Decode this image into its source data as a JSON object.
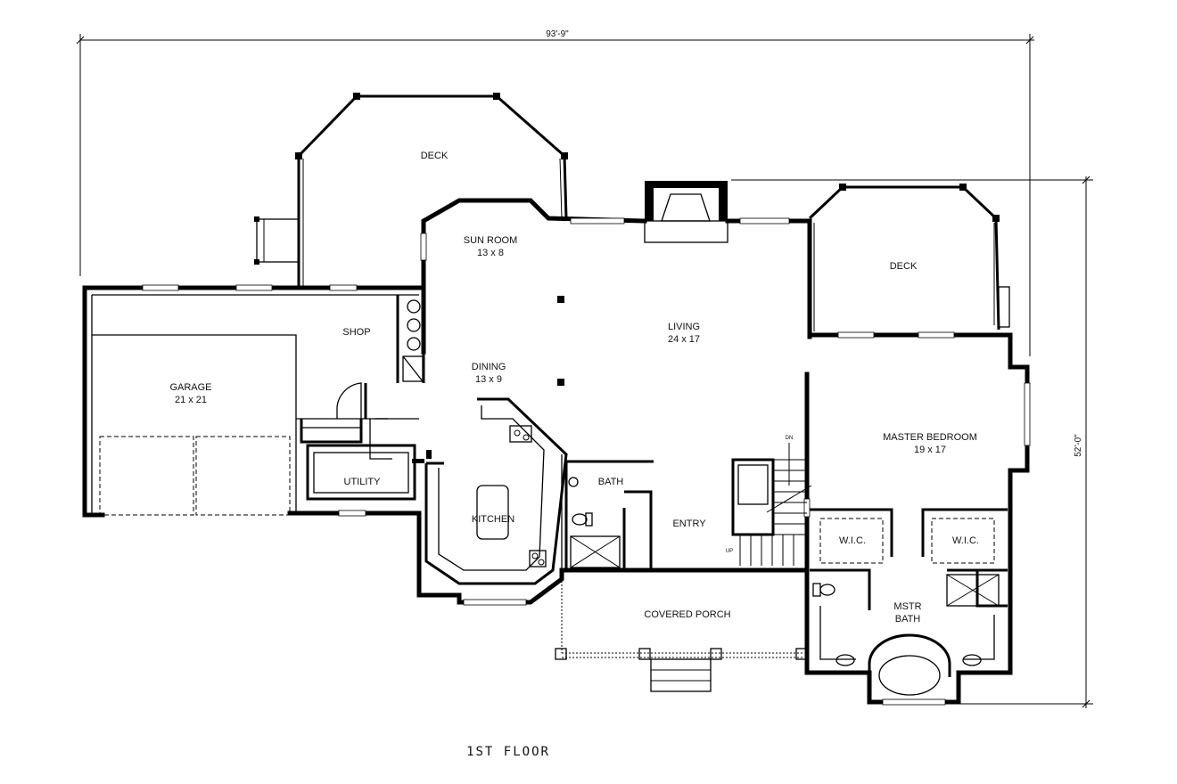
{
  "dimensions": {
    "width": "93'-9\"",
    "depth": "52'-0\""
  },
  "floor_label": "1ST FLOOR",
  "rooms": {
    "deck_left": "DECK",
    "deck_right": "DECK",
    "sun_room": {
      "name": "SUN ROOM",
      "size": "13 x 8"
    },
    "living": {
      "name": "LIVING",
      "size": "24 x 17"
    },
    "dining": {
      "name": "DINING",
      "size": "13 x 9"
    },
    "garage": {
      "name": "GARAGE",
      "size": "21 x 21"
    },
    "shop": "SHOP",
    "utility": "UTILITY",
    "kitchen": "KITCHEN",
    "bath": "BATH",
    "entry": "ENTRY",
    "master_bedroom": {
      "name": "MASTER BEDROOM",
      "size": "19 x 17"
    },
    "wic_left": "W.I.C.",
    "wic_right": "W.I.C.",
    "mstr_bath": {
      "line1": "MSTR",
      "line2": "BATH"
    },
    "covered_porch": "COVERED PORCH"
  },
  "stair_labels": {
    "down": "DN",
    "up": "UP"
  }
}
